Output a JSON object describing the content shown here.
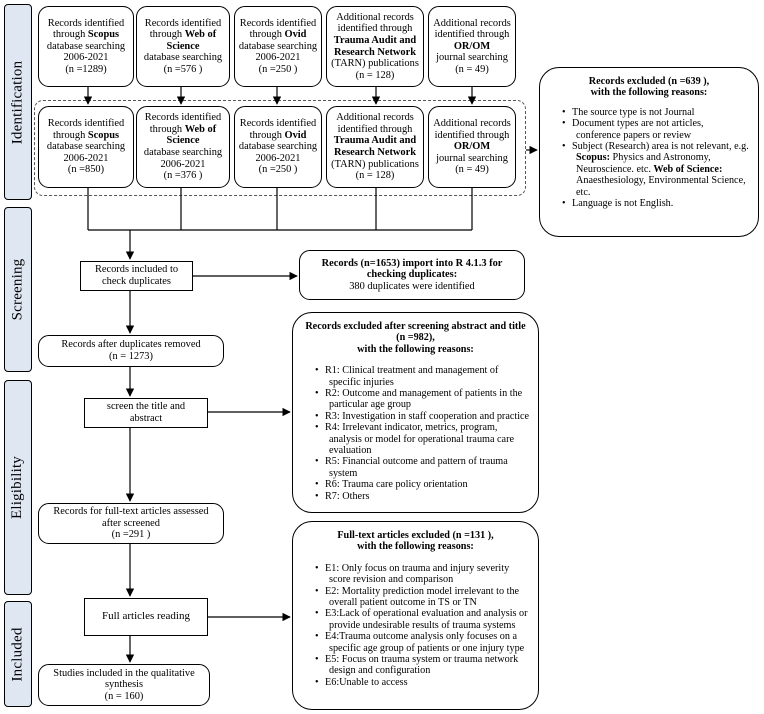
{
  "stages": [
    "Identification",
    "Screening",
    "Eligibility",
    "Included"
  ],
  "sources_top": [
    {
      "line1": "Records identified",
      "pre": "through ",
      "bold": "Scopus",
      "post": " database searching",
      "years": "2006-2021",
      "n": "(n =1289)"
    },
    {
      "line1": "Records identified",
      "pre": "through ",
      "bold": "Web of Science",
      "post": " database searching",
      "years": "",
      "n": "(n =576 )"
    },
    {
      "line1": "Records identified",
      "pre": "through ",
      "bold": "Ovid",
      "post": " database searching",
      "years": "2006-2021",
      "n": "(n =250 )"
    },
    {
      "line1": "Additional records identified through",
      "pre": "",
      "bold": "Trauma Audit and Research Network",
      "post": " (TARN) publications",
      "years": "",
      "n": "(n = 128)"
    },
    {
      "line1": "Additional records identified through",
      "pre": "",
      "bold": "OR/OM",
      "post": " journal searching",
      "years": "",
      "n": "(n = 49)"
    }
  ],
  "sources_bottom": [
    {
      "line1": "Records identified",
      "pre": "through ",
      "bold": "Scopus",
      "post": " database searching",
      "years": "2006-2021",
      "n": "(n =850)"
    },
    {
      "line1": "Records identified",
      "pre": "through ",
      "bold": "Web of Science",
      "post": " database searching",
      "years": "2006-2021",
      "n": "(n =376 )"
    },
    {
      "line1": "Records identified",
      "pre": "through ",
      "bold": "Ovid",
      "post": " database searching",
      "years": "2006-2021",
      "n": "(n =250 )"
    },
    {
      "line1": "Additional records identified through",
      "pre": "",
      "bold": "Trauma Audit and Research Network",
      "post": " (TARN) publications",
      "years": "",
      "n": "(n = 128)"
    },
    {
      "line1": "Additional records identified through",
      "pre": "",
      "bold": "OR/OM",
      "post": " journal searching",
      "years": "",
      "n": "(n = 49)"
    }
  ],
  "excluded1": {
    "title": "Records excluded (n =639 ),",
    "subtitle": "with the following reasons:",
    "reasons": [
      "The source type is not Journal",
      "Document types are not articles, conference papers or review",
      "Subject (Research) area is not relevant, e.g.",
      "Language is not English."
    ],
    "scopus_label": "Scopus:",
    "scopus_text": " Physics and Astronomy, Neuroscience. etc.",
    "wos_label": " Web of Science:",
    "wos_text": " Anaesthesiology, Environmental Science, etc."
  },
  "check_dup": {
    "line1": "Records included to",
    "line2": "check duplicates"
  },
  "dup_result": {
    "title": "Records (n=1653) import into R 4.1.3 for checking duplicates:",
    "text": "380 duplicates were identified"
  },
  "after_dup": {
    "line1": "Records after duplicates removed",
    "line2": "(n = 1273)"
  },
  "screen_box": {
    "line1": "screen the title and",
    "line2": "abstract"
  },
  "excluded2": {
    "title": "Records excluded  after screening abstract and title (n =982),",
    "subtitle": "with the following reasons:",
    "reasons": [
      "R1: Clinical treatment and management of specific injuries",
      "R2: Outcome and management of patients in the particular age group",
      "R3: Investigation in staff cooperation and practice",
      "R4: Irrelevant indicator, metrics, program, analysis or model for operational trauma care evaluation",
      "R5: Financial outcome and pattern of trauma system",
      "R6: Trauma care policy orientation",
      "R7: Others"
    ]
  },
  "fulltext": {
    "line1": "Records for full-text articles assessed",
    "line2": "after screened",
    "line3": "(n =291 )"
  },
  "full_reading": "Full articles reading",
  "excluded3": {
    "title": "Full-text articles excluded (n =131 ),",
    "subtitle": "with the following reasons:",
    "reasons": [
      "E1: Only focus on trauma and  injury severity score revision and comparison",
      "E2: Mortality  prediction model irrelevant to the overall patient outcome in TS or TN",
      "E3:Lack of operational evaluation and analysis or provide undesirable results of trauma systems",
      "E4:Trauma outcome analysis only focuses on a specific age group of patients or one injury type",
      "E5: Focus on trauma system or trauma network design and configuration",
      "E6:Unable to access"
    ]
  },
  "included": {
    "line1": "Studies included in the qualitative",
    "line2": "synthesis",
    "line3": "(n = 160)"
  }
}
